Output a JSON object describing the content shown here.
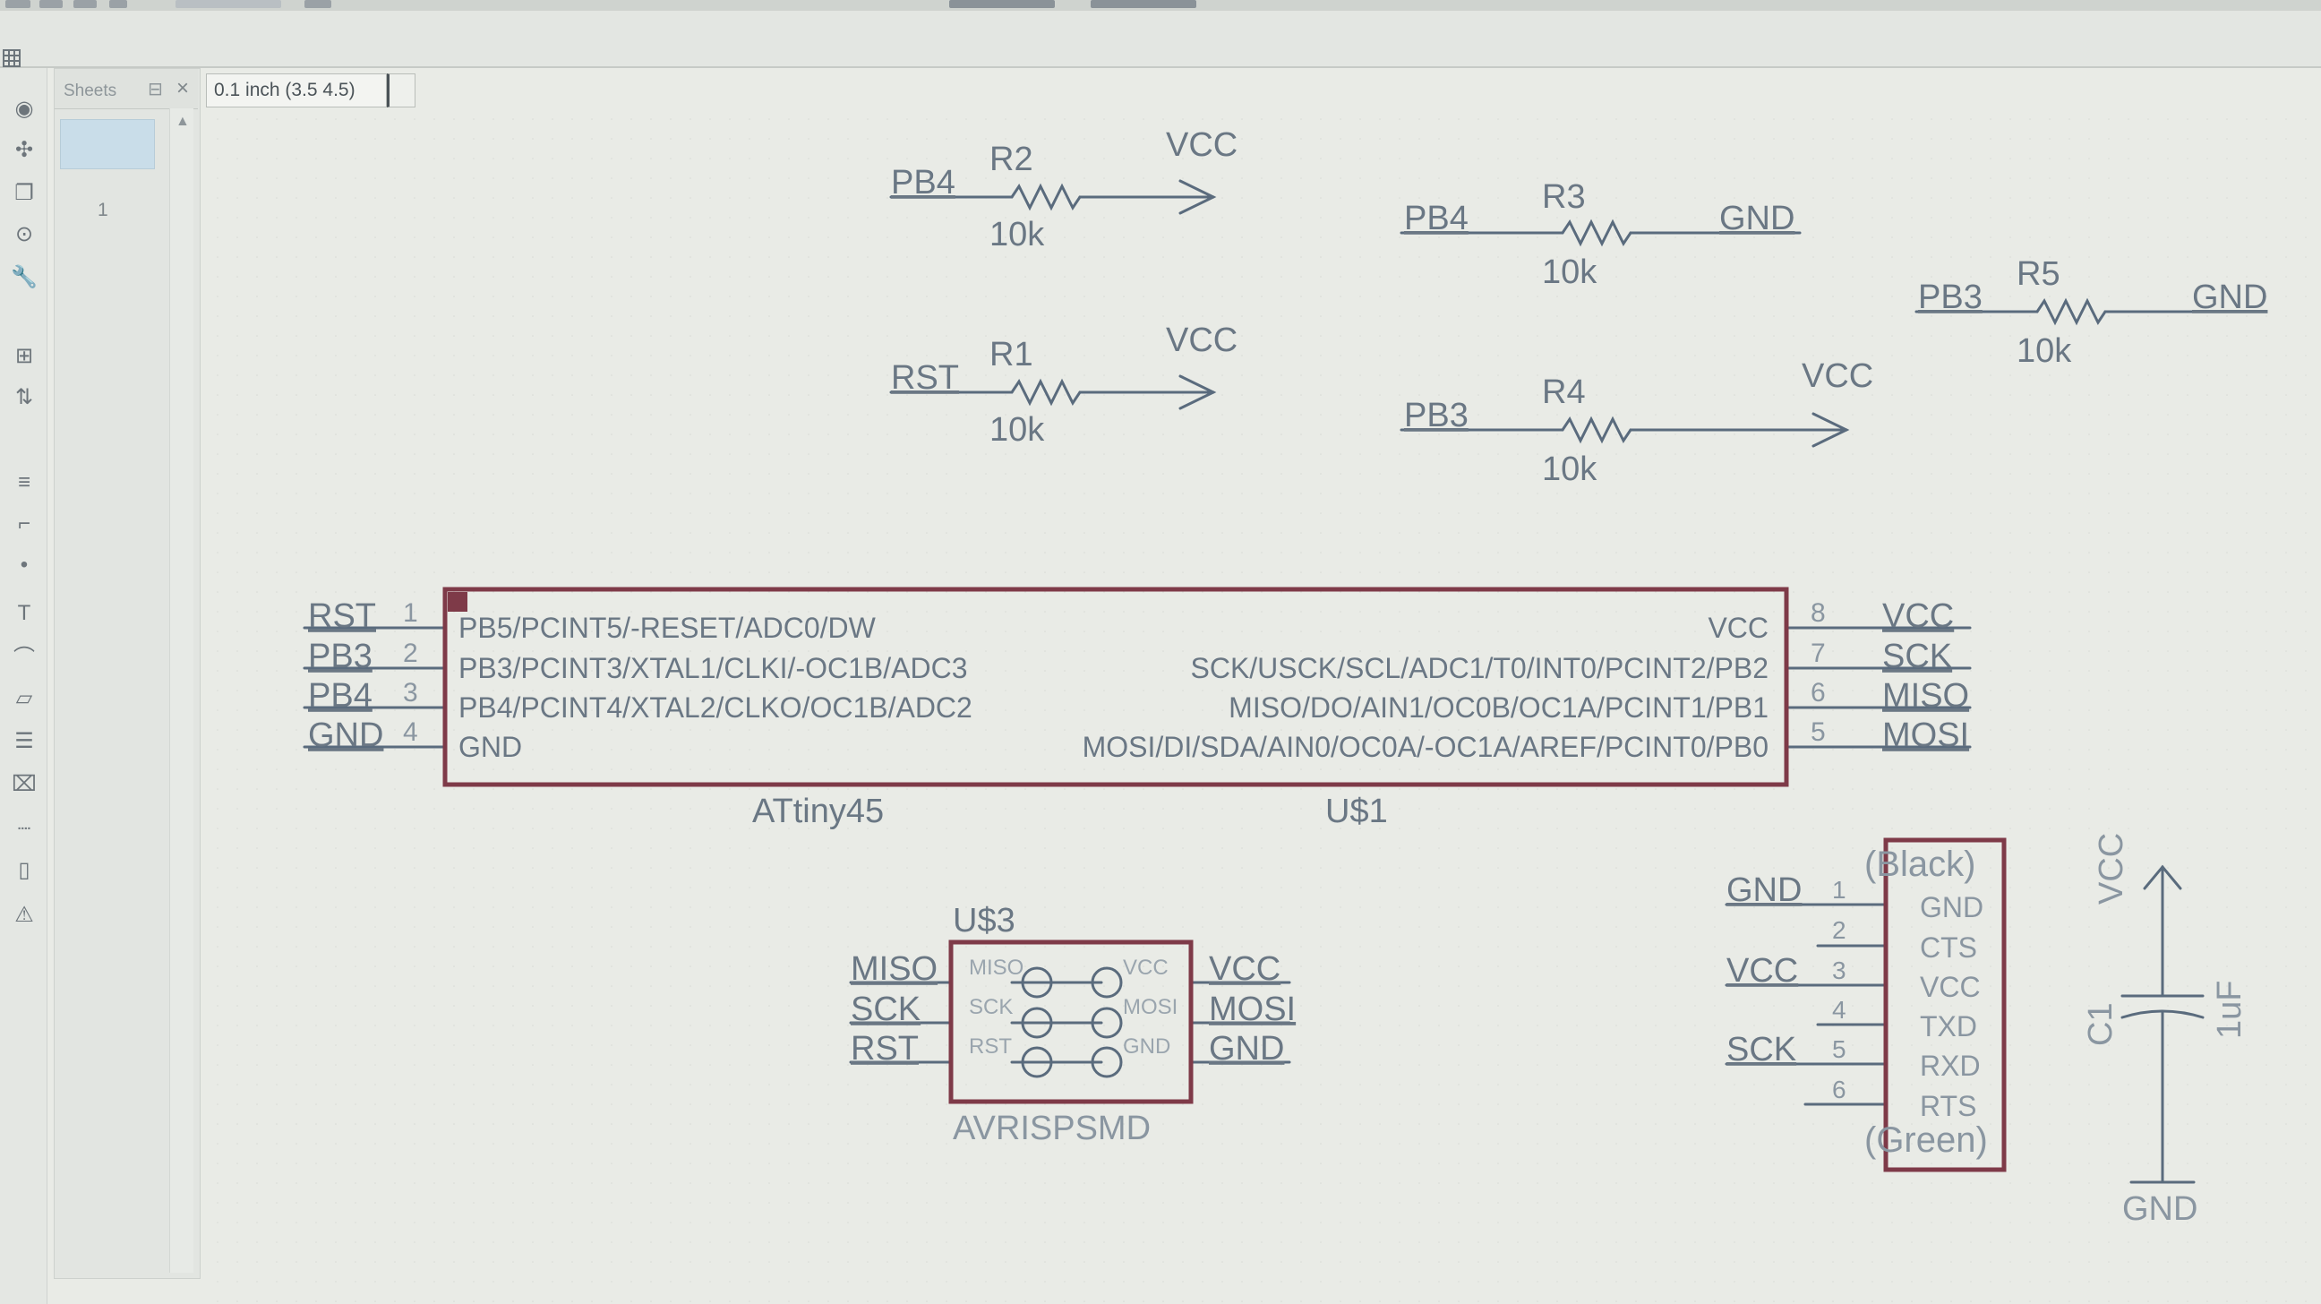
{
  "toolbar": {
    "coordinate_readout": "0.1 inch (3.5 4.5)"
  },
  "sheets_panel": {
    "tab_label": "Sheets",
    "sheet_number": "1"
  },
  "schematic": {
    "resistors": [
      {
        "name": "R2",
        "value": "10k",
        "left_net": "PB4",
        "right_net": "VCC"
      },
      {
        "name": "R1",
        "value": "10k",
        "left_net": "RST",
        "right_net": "VCC"
      },
      {
        "name": "R3",
        "value": "10k",
        "left_net": "PB4",
        "right_net": "GND"
      },
      {
        "name": "R4",
        "value": "10k",
        "left_net": "PB3",
        "right_net": "VCC"
      },
      {
        "name": "R5",
        "value": "10k",
        "left_net": "PB3",
        "right_net": "GND"
      }
    ],
    "mcu": {
      "part": "ATtiny45",
      "ref": "U$1",
      "left_pins": [
        {
          "net": "RST",
          "num": "1",
          "func": "PB5/PCINT5/-RESET/ADC0/DW"
        },
        {
          "net": "PB3",
          "num": "2",
          "func": "PB3/PCINT3/XTAL1/CLKI/-OC1B/ADC3"
        },
        {
          "net": "PB4",
          "num": "3",
          "func": "PB4/PCINT4/XTAL2/CLKO/OC1B/ADC2"
        },
        {
          "net": "GND",
          "num": "4",
          "func": "GND"
        }
      ],
      "right_pins": [
        {
          "net": "VCC",
          "num": "8",
          "func": "VCC"
        },
        {
          "net": "SCK",
          "num": "7",
          "func": "SCK/USCK/SCL/ADC1/T0/INT0/PCINT2/PB2"
        },
        {
          "net": "MISO",
          "num": "6",
          "func": "MISO/DO/AIN1/OC0B/OC1A/PCINT1/PB1"
        },
        {
          "net": "MOSI",
          "num": "5",
          "func": "MOSI/DI/SDA/AIN0/OC0A/-OC1A/AREF/PCINT0/PB0"
        }
      ]
    },
    "isp": {
      "ref": "U$3",
      "part": "AVRISPSMD",
      "left_nets": [
        "MISO",
        "SCK",
        "RST"
      ],
      "right_nets": [
        "VCC",
        "MOSI",
        "GND"
      ],
      "left_inner": [
        "MISO",
        "SCK",
        "RST"
      ],
      "right_inner": [
        "VCC",
        "MOSI",
        "GND"
      ]
    },
    "ftdi": {
      "top_label": "(Black)",
      "bottom_label": "(Green)",
      "pins": [
        {
          "num": "1",
          "name": "GND",
          "net": "GND"
        },
        {
          "num": "2",
          "name": "CTS",
          "net": ""
        },
        {
          "num": "3",
          "name": "VCC",
          "net": "VCC"
        },
        {
          "num": "4",
          "name": "TXD",
          "net": ""
        },
        {
          "num": "5",
          "name": "RXD",
          "net": "SCK"
        },
        {
          "num": "6",
          "name": "RTS",
          "net": ""
        }
      ]
    },
    "capacitor": {
      "ref": "C1",
      "value": "1uF",
      "top_net": "VCC",
      "bottom_net": "GND"
    }
  },
  "colors": {
    "wire": "#5a6b7d",
    "part_outline": "#7e3a48",
    "text": "#6a7784",
    "pin_label": "#8a96a1",
    "background": "#e9ebe6"
  }
}
